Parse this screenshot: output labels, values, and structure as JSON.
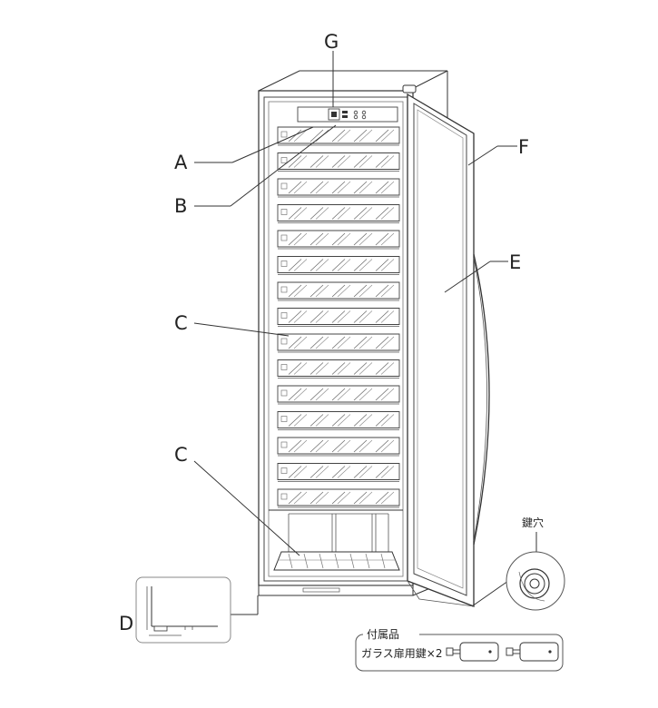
{
  "labels": {
    "G": "G",
    "A": "A",
    "B": "B",
    "C1": "C",
    "C2": "C",
    "D": "D",
    "E": "E",
    "F": "F"
  },
  "keyhole_label": "鍵穴",
  "accessories": {
    "title": "付属品",
    "item": "ガラス扉用鍵×2"
  }
}
